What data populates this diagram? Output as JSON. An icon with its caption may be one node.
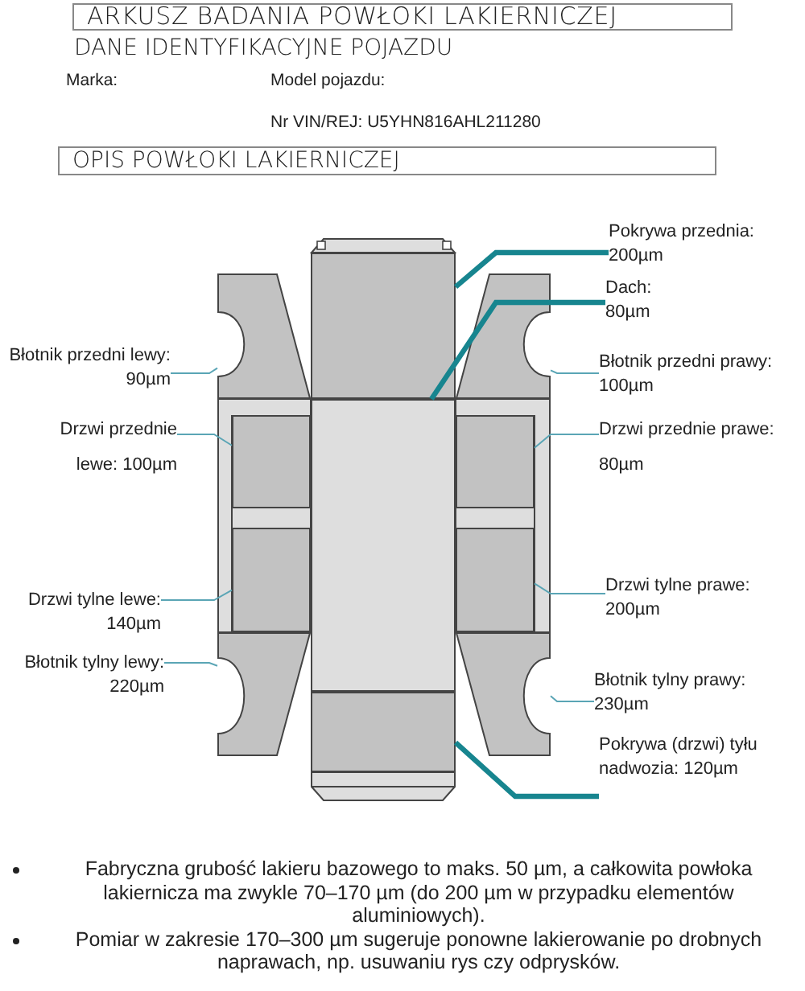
{
  "diagram": {
    "title": "ARKUSZ BADANIA POWŁOKI LAKIERNICZEJ",
    "nodes": [
      {
        "text": [
          "Pokrywa przednia: 200µm"
        ]
      },
      {
        "text": [
          "Dach: 80µm"
        ]
      },
      {
        "text": [
          "Błotnik przedni lewy: 90µm"
        ]
      },
      {
        "text": [
          "Błotnik przedni prawy: 100µm"
        ]
      },
      {
        "text": [
          "Drzwi przednie lewe: 100µm"
        ]
      },
      {
        "text": [
          "Drzwi przednie prawe: 80µm"
        ]
      },
      {
        "text": [
          "Drzwi tylne lewe: 140µm"
        ]
      },
      {
        "text": [
          "Drzwi tylne prawe: 200µm"
        ]
      },
      {
        "text": [
          "Błotnik tylny lewy: 220µm"
        ]
      },
      {
        "text": [
          "Błotnik tylny prawy: 230µm"
        ]
      },
      {
        "text": [
          "Pokrywa (drzwi) tyłu nadwozia: 120µm"
        ]
      },
      {
        "text": [],
        "shape": "box"
      },
      {
        "text": [],
        "shape": "box"
      },
      {
        "text": [],
        "shape": "box"
      },
      {
        "text": [],
        "shape": "box"
      },
      {
        "text": [],
        "shape": "box"
      },
      {
        "text": [],
        "shape": "box"
      },
      {
        "text": [],
        "shape": "box"
      },
      {
        "text": [],
        "shape": "box"
      },
      {
        "text": [],
        "shape": "box"
      },
      {
        "text": [],
        "shape": "box"
      },
      {
        "text": [],
        "shape": "box"
      }
    ],
    "edges": [
      {
        "from": 0,
        "to": 11,
        "arrow": "none",
        "style": "thick",
        "color": "#17858f"
      },
      {
        "from": 1,
        "to": 12,
        "arrow": "none",
        "style": "thick",
        "color": "#17858f"
      },
      {
        "from": 2,
        "to": 13,
        "arrow": "none"
      },
      {
        "from": 3,
        "to": 14,
        "arrow": "none"
      },
      {
        "from": 4,
        "to": 15,
        "arrow": "none"
      },
      {
        "from": 5,
        "to": 16,
        "arrow": "none"
      },
      {
        "from": 6,
        "to": 17,
        "arrow": "none"
      },
      {
        "from": 7,
        "to": 18,
        "arrow": "none"
      },
      {
        "from": 8,
        "to": 19,
        "arrow": "none"
      },
      {
        "from": 9,
        "to": 20,
        "arrow": "none"
      },
      {
        "from": 10,
        "to": 21,
        "arrow": "none",
        "style": "thick",
        "color": "#17858f"
      }
    ],
    "labels": [
      "DANE IDENTYFIKACYJNE POJAZDU",
      "Marka:",
      "Model pojazdu:",
      "Nr VIN/REJ: U5YHN816AHL211280",
      "OPIS POWŁOKI LAKIERNICZEJ",
      "Fabryczna grubość lakieru bazowego to maks. 50 µm, a całkowita powłoka lakiernicza ma zwykle 70–170 µm (do 200 µm w przypadku elementów aluminiowych).",
      "Pomiar w zakresie 170–300 µm sugeruje ponowne lakierowanie po drobnych naprawach, np. usuwaniu rys czy odprysków."
    ]
  }
}
